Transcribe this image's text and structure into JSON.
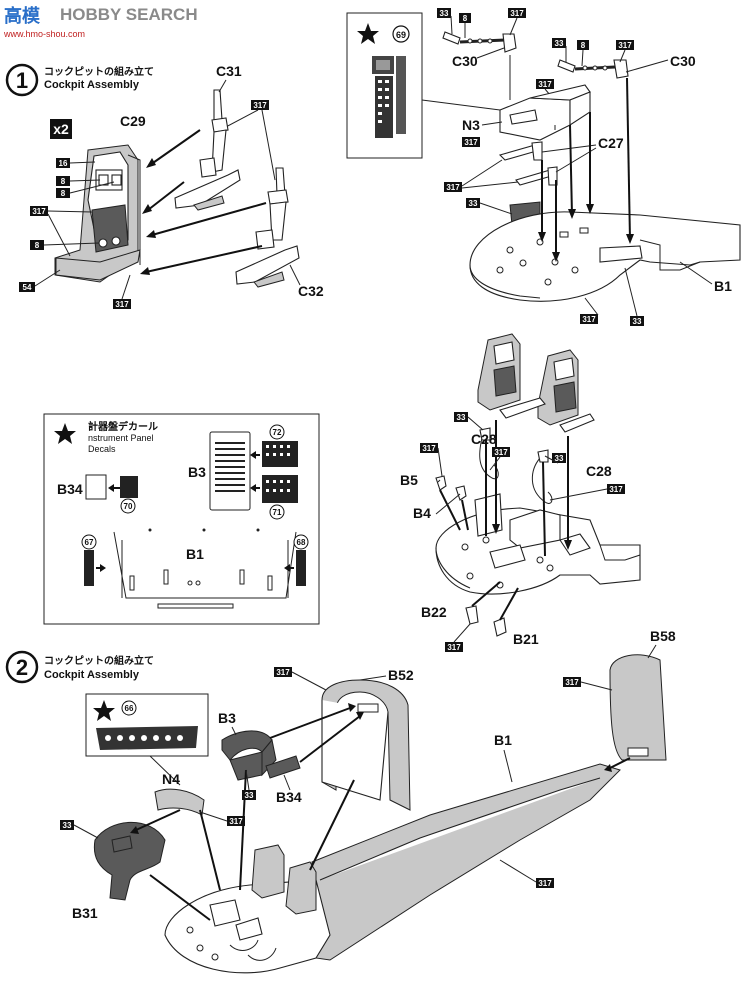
{
  "watermark": {
    "text_a": "高模",
    "text_b": "HOBBY SEARCH",
    "url": "www.hmo-shou.com"
  },
  "step1": {
    "number": "1",
    "title_jp": "コックピットの組み立て",
    "title_en": "Cockpit Assembly",
    "multiplier": "x2",
    "parts": {
      "c29": "C29",
      "c31": "C31",
      "c32": "C32",
      "c30a": "C30",
      "c30b": "C30",
      "n3": "N3",
      "c27": "C27",
      "b1": "B1"
    },
    "colors": {
      "c16": "16",
      "c8a": "8",
      "c8b": "8",
      "c8c": "8",
      "c317a": "317",
      "c54": "54",
      "c317b": "317",
      "c317c": "317",
      "c33a": "33",
      "c8d": "8",
      "c317d": "317",
      "c33b": "33",
      "c8e": "8",
      "c317e": "317",
      "c317f": "317",
      "c317g": "317",
      "c33c": "33",
      "c317h": "317",
      "c33d": "33"
    },
    "decal_no": "69"
  },
  "decals_panel": {
    "title_jp": "計器盤デカール",
    "title_en_1": "nstrument Panel",
    "title_en_2": "Decals",
    "b3": "B3",
    "b34": "B34",
    "b1": "B1",
    "decals": {
      "d72": "72",
      "d71": "71",
      "d70": "70",
      "d67": "67",
      "d68": "68"
    }
  },
  "mid_assembly": {
    "parts": {
      "c28a": "C28",
      "c28b": "C28",
      "b5": "B5",
      "b4": "B4",
      "b22": "B22",
      "b21": "B21"
    },
    "colors": {
      "m33a": "33",
      "m317a": "317",
      "m317b": "317",
      "m33b": "33",
      "m317c": "317",
      "m317d": "317",
      "m317e": "317"
    }
  },
  "step2": {
    "number": "2",
    "title_jp": "コックピットの組み立て",
    "title_en": "Cockpit Assembly",
    "decal_no": "66",
    "parts": {
      "b3": "B3",
      "n4": "N4",
      "b31": "B31",
      "b34": "B34",
      "b52": "B52",
      "b1": "B1",
      "b58": "B58"
    },
    "colors": {
      "s317a": "317",
      "s33a": "33",
      "s317b": "317",
      "s33b": "33",
      "s317c": "317",
      "s317d": "317",
      "s317e": "317"
    }
  }
}
